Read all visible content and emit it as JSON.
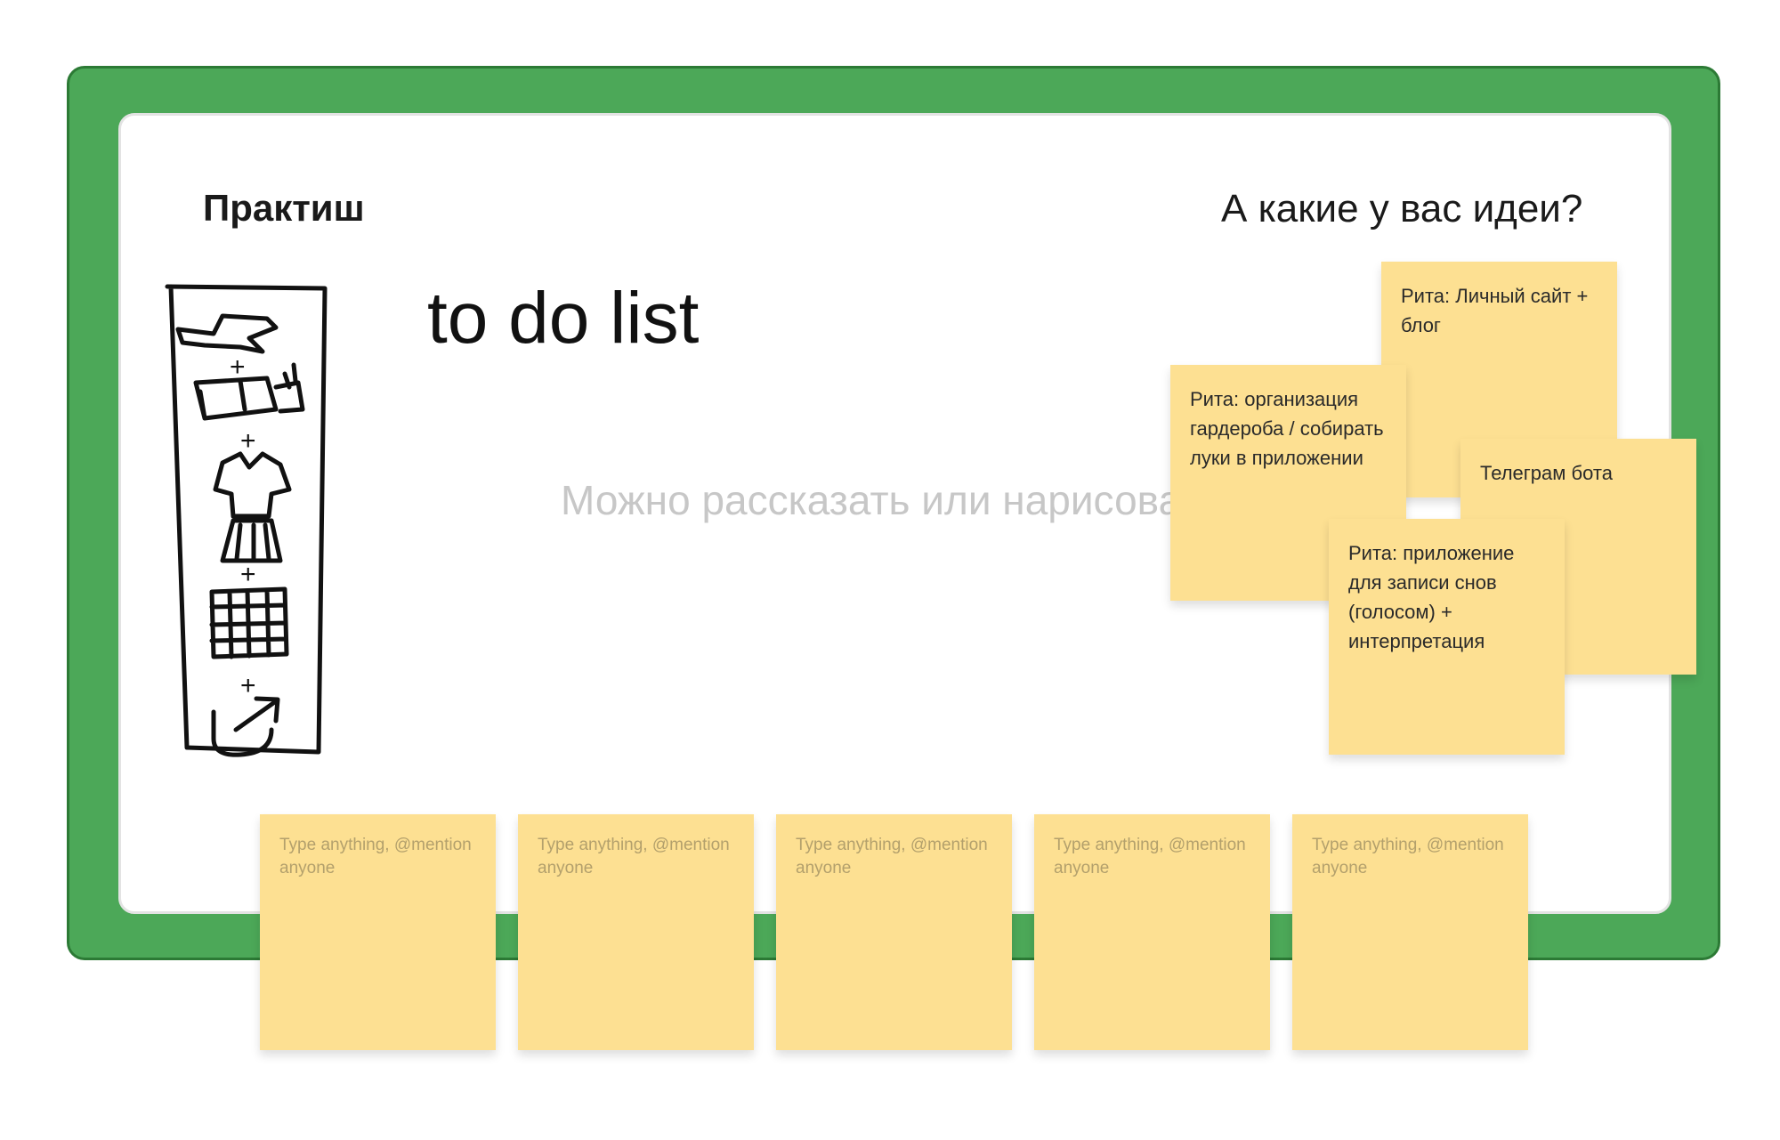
{
  "board": {
    "left_title": "Практиш",
    "right_title": "А какие у вас идеи?",
    "hint_text": "Можно рассказать или нарисовать",
    "handwritten_text": "to do list"
  },
  "idea_stickies": [
    {
      "text": "Рита: Личный сайт + блог"
    },
    {
      "text": "Рита: организация гардероба / собирать луки в приложении"
    },
    {
      "text": "Телеграм бота"
    },
    {
      "text": "Рита: приложение для записи снов (голосом) + интерпретация"
    }
  ],
  "empty_stickies": [
    {
      "placeholder": "Type anything, @mention anyone"
    },
    {
      "placeholder": "Type anything, @mention anyone"
    },
    {
      "placeholder": "Type anything, @mention anyone"
    },
    {
      "placeholder": "Type anything, @mention anyone"
    },
    {
      "placeholder": "Type anything, @mention anyone"
    }
  ],
  "colors": {
    "frame": "#4ca858",
    "sticky": "#fde092",
    "board": "#ffffff"
  }
}
